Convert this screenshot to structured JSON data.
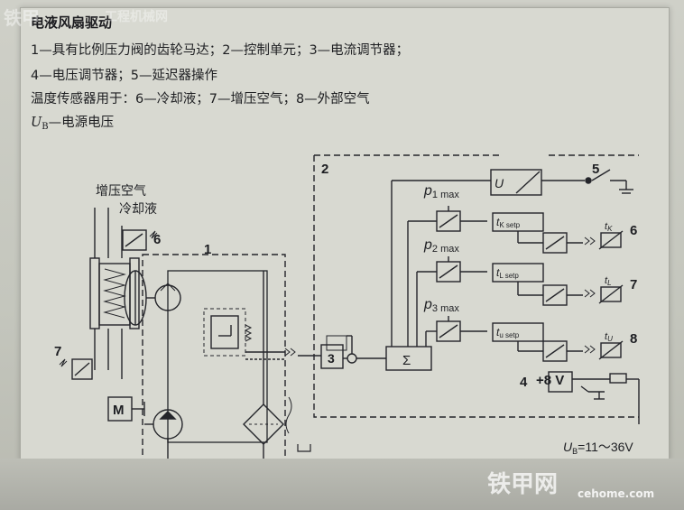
{
  "page": {
    "title": "电液风扇驱动",
    "line1": "1—具有比例压力阀的齿轮马达；2—控制单元；3—电流调节器；",
    "line2": "4—电压调节器；5—延迟器操作",
    "line3": "温度传感器用于：6—冷却液；7—增压空气；8—外部空气",
    "line4_prefix": "U",
    "line4_sub": "B",
    "line4_rest": "—电源电压"
  },
  "diagram": {
    "label_charge_air": "增压空气",
    "label_coolant": "冷却液",
    "label_1": "1",
    "label_2": "2",
    "label_3": "3",
    "label_4": "4",
    "label_5": "5",
    "label_6": "6",
    "label_7_left": "7",
    "label_7_right": "7",
    "label_8": "8",
    "label_plus8v": "+8 V",
    "label_U": "U",
    "label_M": "M",
    "label_sigma": "Σ",
    "p1": "p",
    "p1_sub": "1 max",
    "p2": "p",
    "p2_sub": "2 max",
    "p3": "p",
    "p3_sub": "3 max",
    "tk": "t",
    "tk_sub": "K setp",
    "tl": "t",
    "tl_sub": "L setp",
    "tu": "t",
    "tu_sub": "u setp",
    "sens_k": "t",
    "sens_k_sub": "K",
    "sens_l": "t",
    "sens_l_sub": "L",
    "sens_u": "t",
    "sens_u_sub": "U",
    "ub_label": "U",
    "ub_sub": "B",
    "ub_range": "=11～36V"
  },
  "watermarks": {
    "top": "铁甲",
    "top_cn": "工程机械网",
    "bottom": "铁甲网",
    "bottom_url": "cehome.com"
  }
}
